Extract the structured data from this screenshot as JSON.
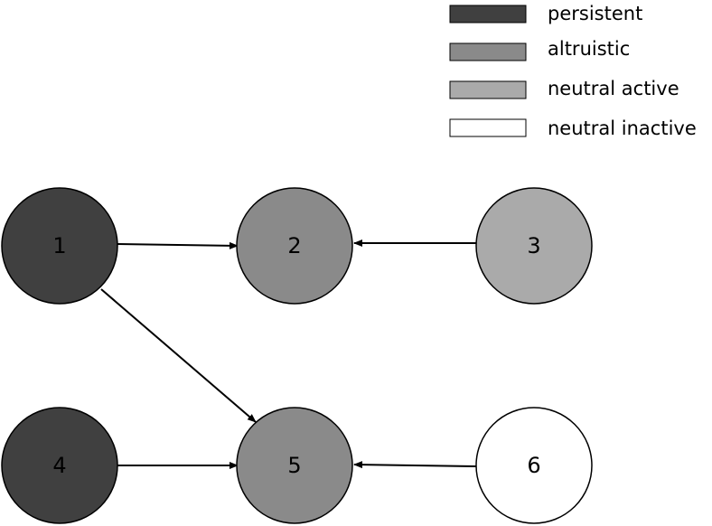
{
  "colors": {
    "persistent": "#404040",
    "altruistic": "#8a8a8a",
    "neutral_active": "#aaaaaa",
    "neutral_inactive": "#ffffff",
    "stroke": "#000000"
  },
  "legend": [
    {
      "label": "persistent",
      "category": "persistent"
    },
    {
      "label": "altruistic",
      "category": "altruistic"
    },
    {
      "label": "neutral active",
      "category": "neutral_active"
    },
    {
      "label": "neutral inactive",
      "category": "neutral_inactive"
    }
  ],
  "nodes": [
    {
      "id": "1",
      "label": "1",
      "category": "persistent"
    },
    {
      "id": "2",
      "label": "2",
      "category": "altruistic"
    },
    {
      "id": "3",
      "label": "3",
      "category": "neutral_active"
    },
    {
      "id": "4",
      "label": "4",
      "category": "persistent"
    },
    {
      "id": "5",
      "label": "5",
      "category": "altruistic"
    },
    {
      "id": "6",
      "label": "6",
      "category": "neutral_inactive"
    }
  ],
  "edges": [
    {
      "from": "1",
      "to": "2"
    },
    {
      "from": "3",
      "to": "2"
    },
    {
      "from": "1",
      "to": "5"
    },
    {
      "from": "4",
      "to": "5"
    },
    {
      "from": "6",
      "to": "5"
    }
  ]
}
